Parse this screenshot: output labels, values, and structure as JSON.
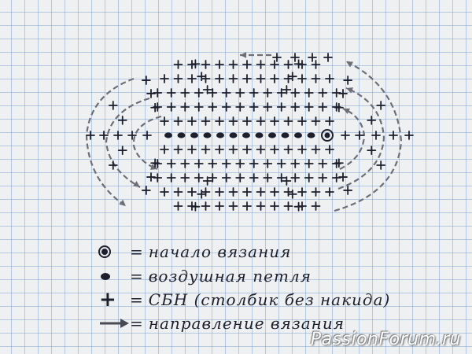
{
  "diagram": {
    "pattern_name": "oval crochet scheme",
    "stitch_symbols": {
      "start": "start-of-knitting-icon",
      "chain": "chain-stitch-icon",
      "single_crochet": "plus-icon",
      "direction": "arrow-icon"
    },
    "ink_color": "#1e1f2c",
    "arrow_color": "#6e6e78",
    "grid_color": "#8fa9cf"
  },
  "legend": [
    {
      "symbol": "start-of-knitting-icon",
      "text": "начало вязания"
    },
    {
      "symbol": "chain-stitch-icon",
      "text": "воздушная  петля"
    },
    {
      "symbol": "plus-icon",
      "text": "СБН (столбик без накида)"
    },
    {
      "symbol": "arrow-icon",
      "text": "направление вязания"
    }
  ],
  "legend_eq": "=",
  "watermark": "PassionForum.ru"
}
